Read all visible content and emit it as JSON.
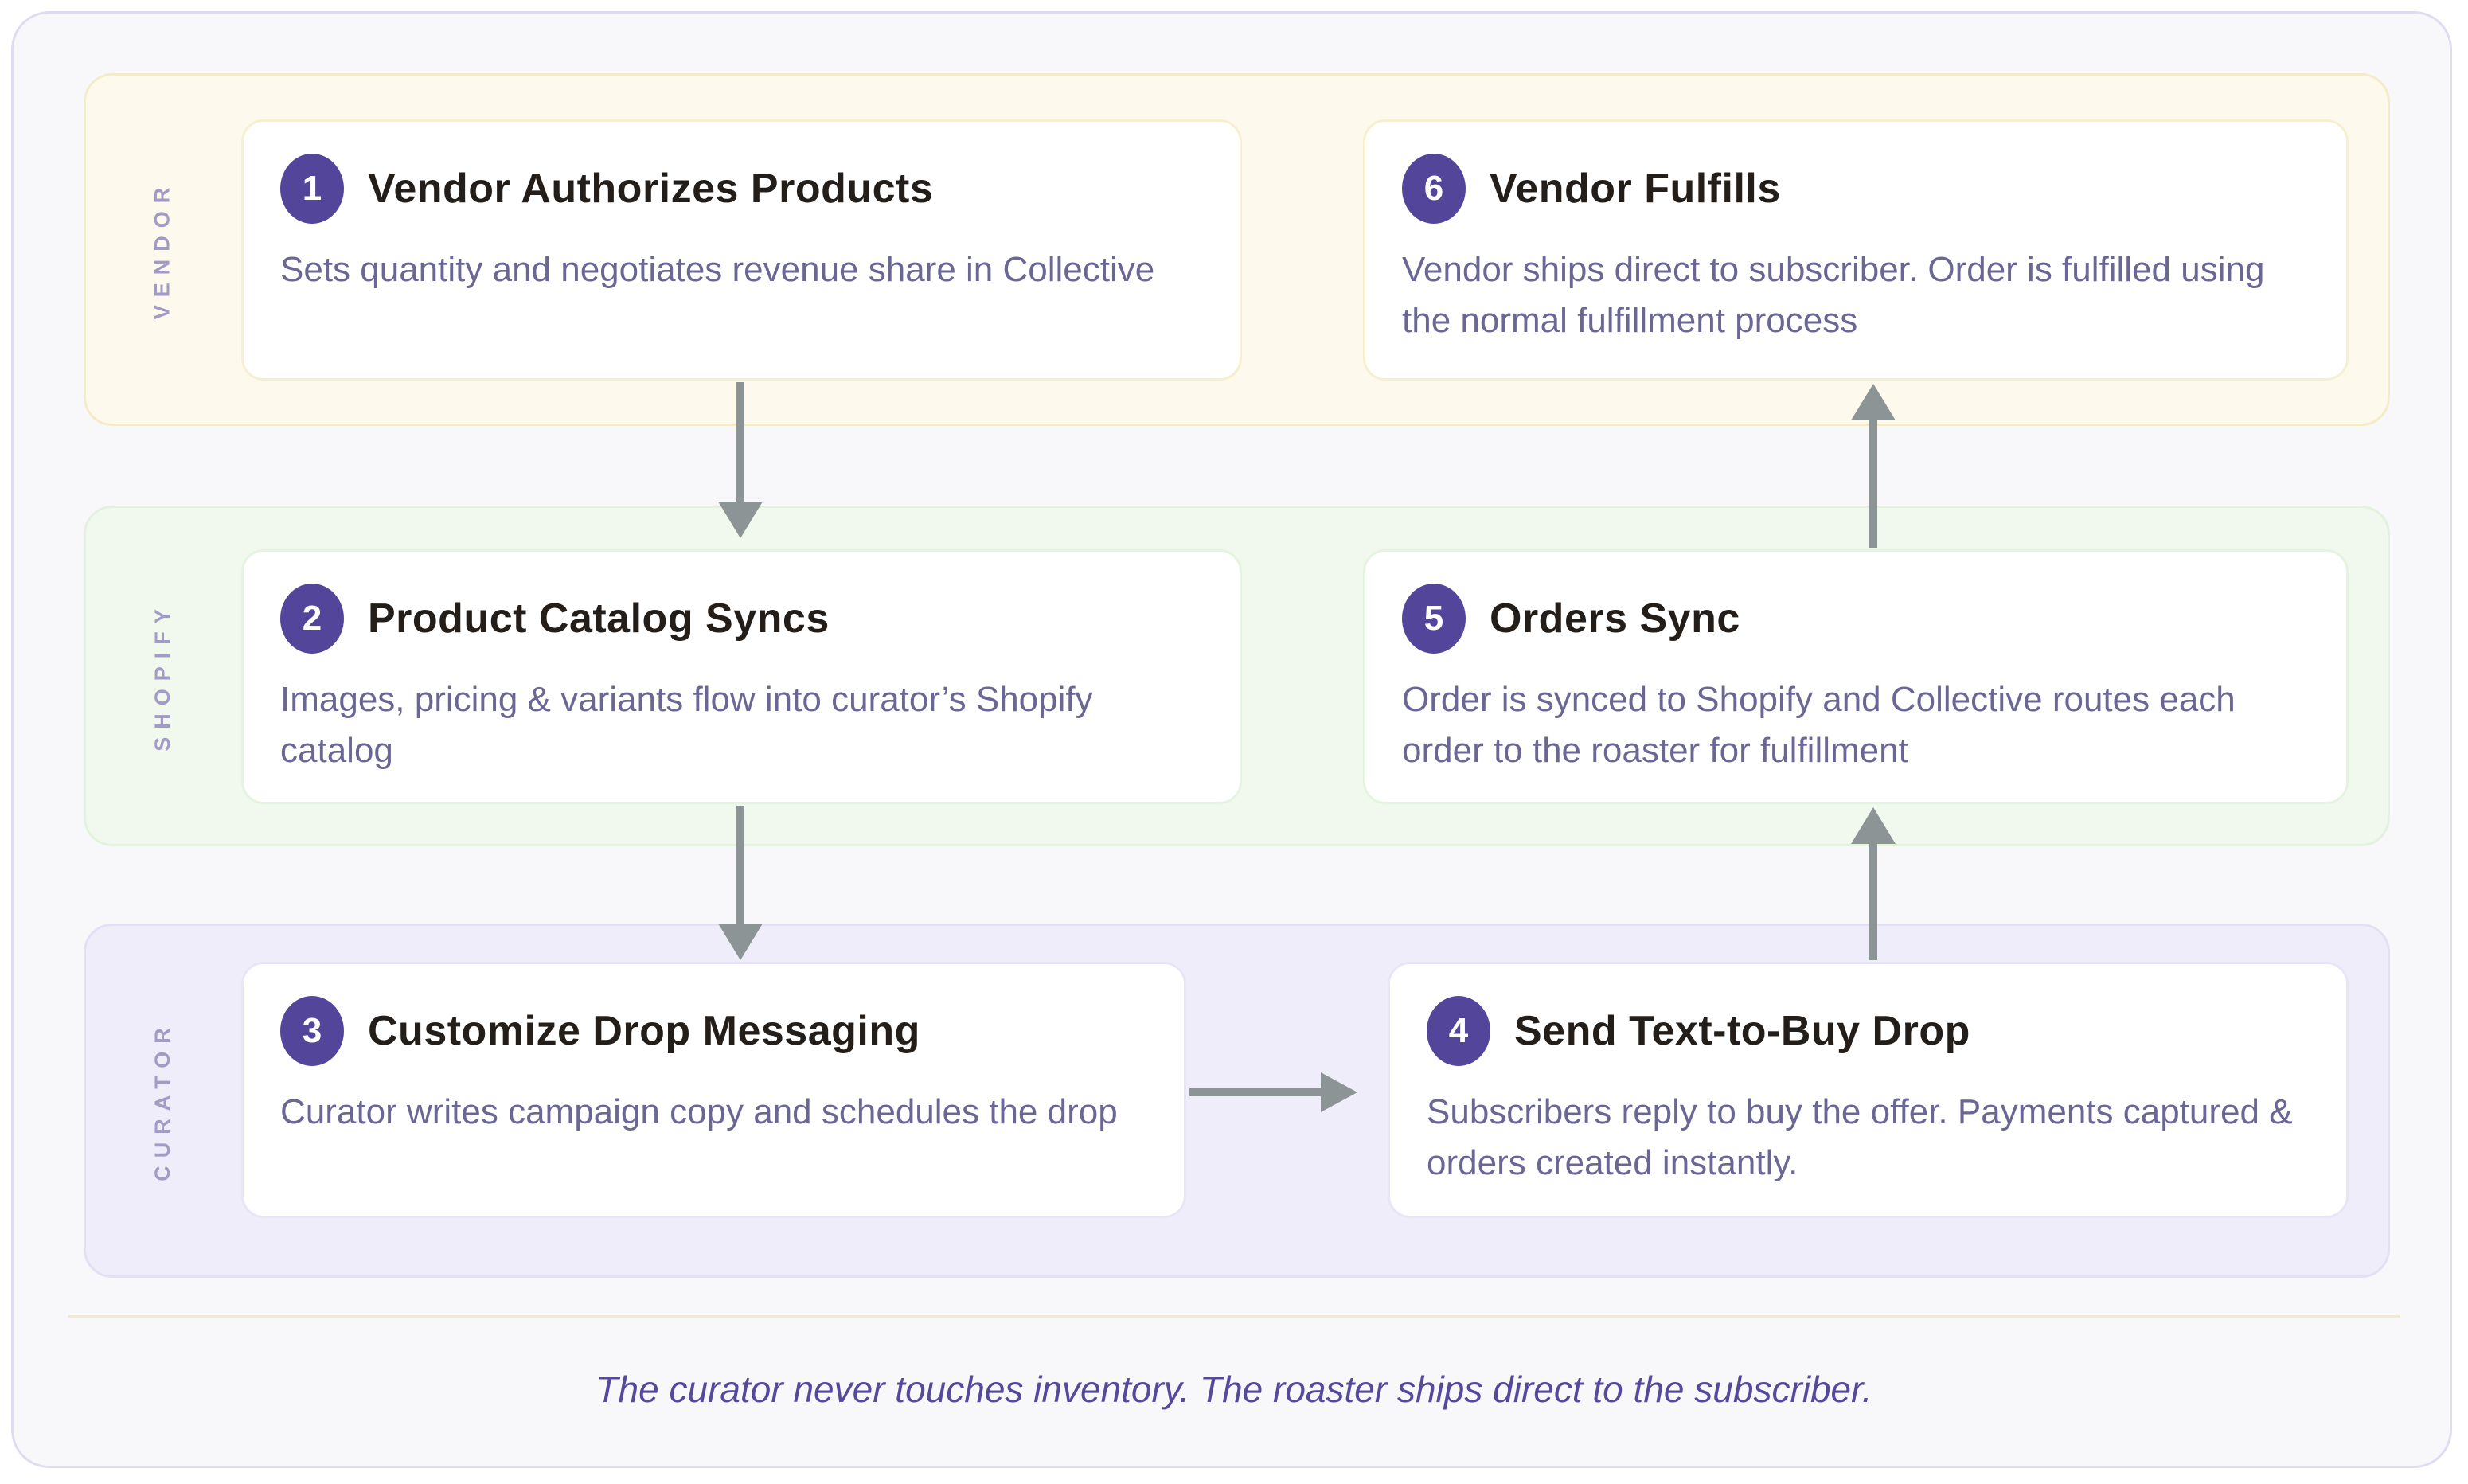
{
  "lanes": [
    {
      "label": "VENDOR"
    },
    {
      "label": "SHOPIFY"
    },
    {
      "label": "CURATOR"
    }
  ],
  "steps": [
    {
      "number": "1",
      "title": "Vendor Authorizes Products",
      "description": "Sets quantity and negotiates revenue share in Collective"
    },
    {
      "number": "2",
      "title": "Product Catalog Syncs",
      "description": "Images, pricing & variants flow into curator’s Shopify catalog"
    },
    {
      "number": "3",
      "title": "Customize Drop Messaging",
      "description": "Curator writes campaign copy and schedules the drop"
    },
    {
      "number": "4",
      "title": "Send Text-to-Buy Drop",
      "description": "Subscribers reply to buy the offer. Payments captured & orders created instantly."
    },
    {
      "number": "5",
      "title": "Orders Sync",
      "description": "Order is synced to Shopify and Collective routes each order to the roaster for fulfillment"
    },
    {
      "number": "6",
      "title": "Vendor Fulfills",
      "description": "Vendor ships direct to subscriber. Order is fulfilled using the normal fulfillment process"
    }
  ],
  "footer": {
    "note": "The curator never touches inventory. The roaster ships direct to the subscriber."
  },
  "colors": {
    "badge_purple": "#53469a",
    "title_text": "#231e19",
    "description_text": "#6b6795",
    "lane_label_text": "#a19bc5",
    "footer_text": "#55499b",
    "arrow_gray": "#8d9495",
    "vendor_lane_bg": "#fdf9ec",
    "vendor_lane_border": "#f4ecc8",
    "shopify_lane_bg": "#f1f8ee",
    "shopify_lane_border": "#e3f2df",
    "curator_lane_bg": "#efedf9",
    "curator_lane_border": "#e3e0f3",
    "frame_bg": "#f8f8fb",
    "frame_border": "#dedcf0"
  }
}
